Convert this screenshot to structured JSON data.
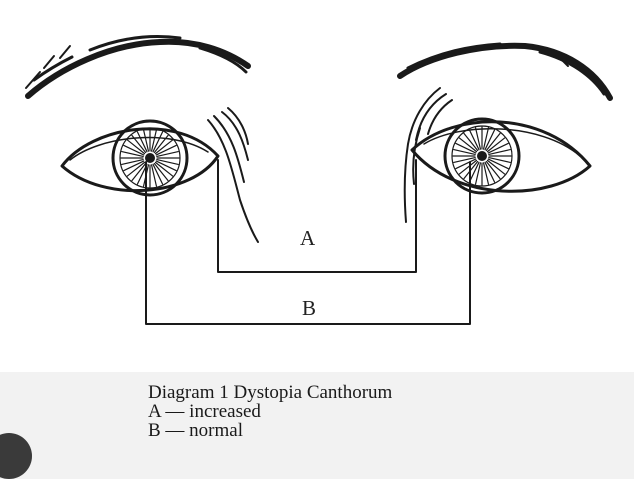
{
  "diagram": {
    "label_a": "A",
    "label_b": "B"
  },
  "caption": {
    "title": "Diagram 1 Dystopia Canthorum",
    "line_a": "A — increased",
    "line_b": "B — normal"
  },
  "colors": {
    "ink": "#1a1a1a",
    "background": "#ffffff",
    "page": "#f2f2f2"
  }
}
